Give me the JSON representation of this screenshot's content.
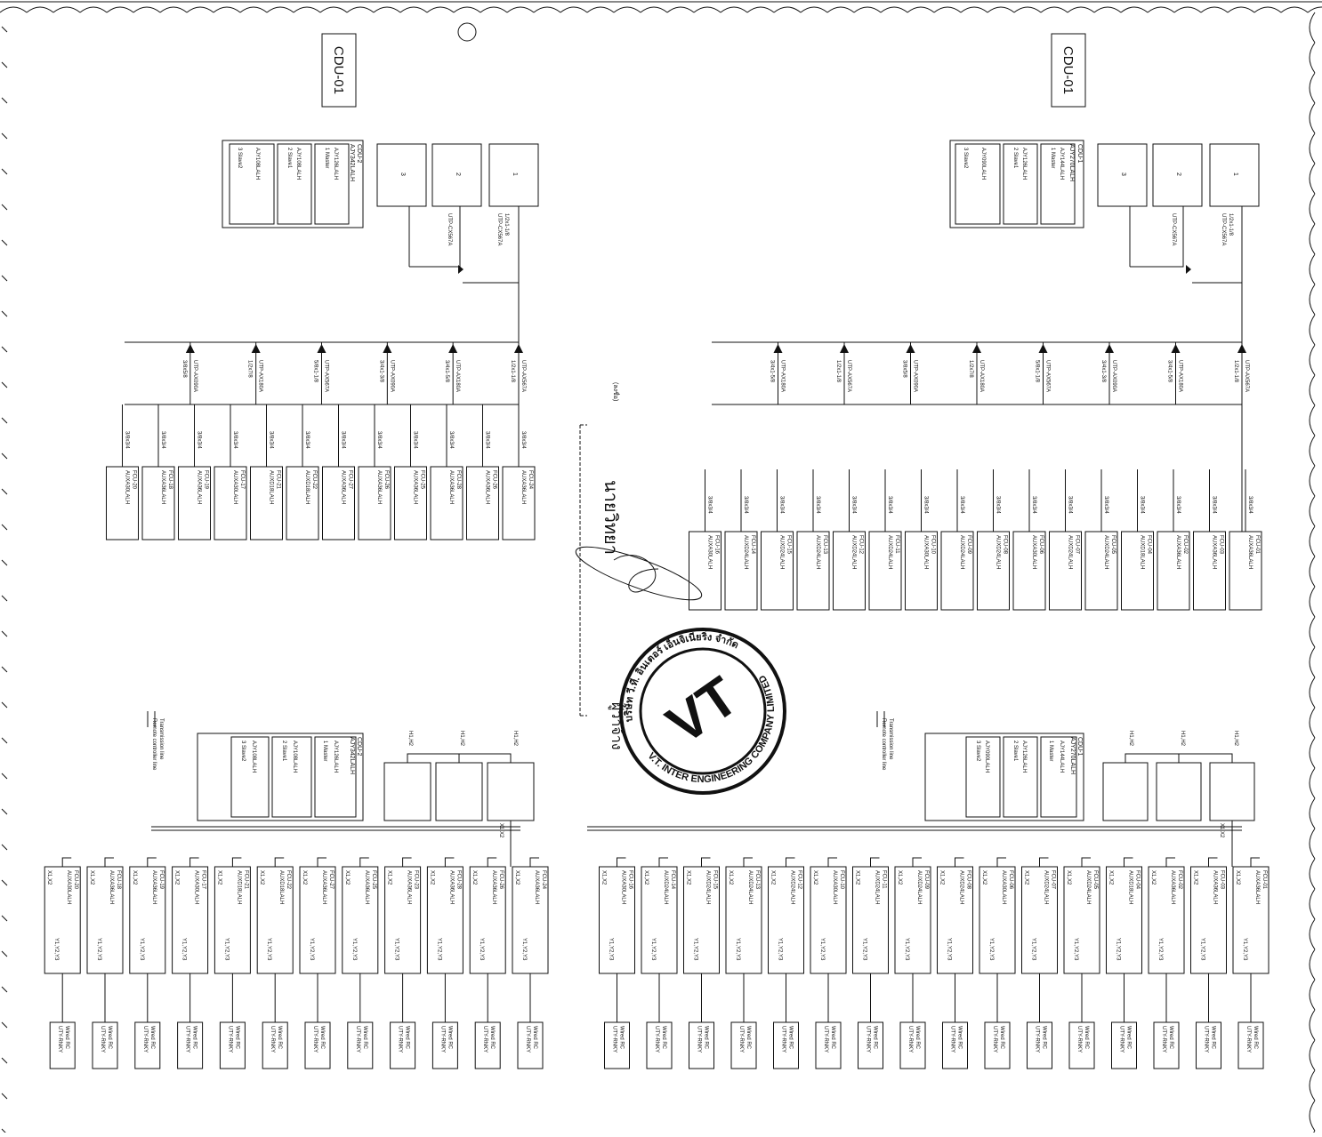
{
  "title_right": "CDU-01",
  "title_left": "CDU-01",
  "cdu_right": {
    "name": "CDU-1",
    "model": "AJY270LALH",
    "master": "AJY144LALH",
    "master_label": "1 Master",
    "slave1": "AJY126LALH",
    "slave1_label": "2 Slave1",
    "slave2": "AJY090LALH",
    "slave2_label": "3 Slave2"
  },
  "cdu_left": {
    "name": "CDU-2",
    "model": "AJY342LALH",
    "master": "AJY126LALH",
    "master_label": "1 Master",
    "slave1": "AJY108LALH",
    "slave1_label": "2 Slave1",
    "slave2": "AJY108LALH",
    "slave2_label": "3 Slave2"
  },
  "outdoor_numbers": [
    "1",
    "2",
    "3"
  ],
  "separator_labels": [
    "UTP-CX567A",
    "UTP-CX567A"
  ],
  "pipe_sizes": [
    "1/2x1-1/8",
    "5/8x1-3/8",
    "1/2x1-1/8",
    "3/4x1-5/8",
    "3/4x1-3/8",
    "5/8x1-1/8",
    "1/2x7/8",
    "3/8x5/8",
    "3/8x3/4",
    "1/4x1/2",
    "3/8x1/2"
  ],
  "branch_labels": [
    "UTP-AX567A",
    "UTP-AX180A",
    "UTP-AX090A"
  ],
  "fcu_right": [
    {
      "id": "FCU-01",
      "model": "AUXA36LALH"
    },
    {
      "id": "FCU-03",
      "model": "AUXA36LALH"
    },
    {
      "id": "FCU-02",
      "model": "AUXA36LALH"
    },
    {
      "id": "FCU-04",
      "model": "AUXD18LALH"
    },
    {
      "id": "FCU-05",
      "model": "AUXD24LALH"
    },
    {
      "id": "FCU-07",
      "model": "AUXD24LALH"
    },
    {
      "id": "FCU-06",
      "model": "AUXA30LALH"
    },
    {
      "id": "FCU-08",
      "model": "AUXD24LALH"
    },
    {
      "id": "FCU-09",
      "model": "AUXD24LALH"
    },
    {
      "id": "FCU-10",
      "model": "AUXA30LALH"
    },
    {
      "id": "FCU-11",
      "model": "AUXD24LALH"
    },
    {
      "id": "FCU-12",
      "model": "AUXD24LALH"
    },
    {
      "id": "FCU-13",
      "model": "AUXD24LALH"
    },
    {
      "id": "FCU-15",
      "model": "AUXD24LALH"
    },
    {
      "id": "FCU-14",
      "model": "AUXD24LALH"
    },
    {
      "id": "FCU-16",
      "model": "AUXA30LALH"
    }
  ],
  "fcu_left": [
    {
      "id": "FCU-24",
      "model": "AUXA36LALH"
    },
    {
      "id": "FCU-26",
      "model": "AUXA36LALH"
    },
    {
      "id": "FCU-28",
      "model": "AUXA36LALH"
    },
    {
      "id": "FCU-25",
      "model": "AUXA36LALH"
    },
    {
      "id": "FCU-26",
      "model": "AUXA36LALH"
    },
    {
      "id": "FCU-27",
      "model": "AUXA36LALH"
    },
    {
      "id": "FCU-22",
      "model": "AUXD18LALH"
    },
    {
      "id": "FCU-21",
      "model": "AUXD18LALH"
    },
    {
      "id": "FCU-17",
      "model": "AUXA30LALH"
    },
    {
      "id": "FCU-19",
      "model": "AUXA36LALH"
    },
    {
      "id": "FCU-18",
      "model": "AUXA36LALH"
    },
    {
      "id": "FCU-20",
      "model": "AUXA30LALH"
    }
  ],
  "wiring_fcu_right": [
    {
      "id": "FCU-01",
      "model": "AUXA36LALH"
    },
    {
      "id": "FCU-03",
      "model": "AUXA36LALH"
    },
    {
      "id": "FCU-02",
      "model": "AUXA36LALH"
    },
    {
      "id": "FCU-04",
      "model": "AUXD18LALH"
    },
    {
      "id": "FCU-05",
      "model": "AUXD24LALH"
    },
    {
      "id": "FCU-07",
      "model": "AUXD24LALH"
    },
    {
      "id": "FCU-06",
      "model": "AUXA30LALH"
    },
    {
      "id": "FCU-08",
      "model": "AUXD24LALH"
    },
    {
      "id": "FCU-09",
      "model": "AUXD24LALH"
    },
    {
      "id": "FCU-11",
      "model": "AUXD24LALH"
    },
    {
      "id": "FCU-10",
      "model": "AUXA30LALH"
    },
    {
      "id": "FCU-12",
      "model": "AUXD24LALH"
    },
    {
      "id": "FCU-13",
      "model": "AUXD24LALH"
    },
    {
      "id": "FCU-15",
      "model": "AUXD24LALH"
    },
    {
      "id": "FCU-14",
      "model": "AUXD24LALH"
    },
    {
      "id": "FCU-16",
      "model": "AUXA30LALH"
    }
  ],
  "wiring_fcu_left": [
    {
      "id": "FCU-24",
      "model": "AUXA36LALH"
    },
    {
      "id": "FCU-26",
      "model": "AUXA36LALH"
    },
    {
      "id": "FCU-28",
      "model": "AUXA36LALH"
    },
    {
      "id": "FCU-23",
      "model": "AUXA36LALH"
    },
    {
      "id": "FCU-25",
      "model": "AUXA36LALH"
    },
    {
      "id": "FCU-27",
      "model": "AUXA36LALH"
    },
    {
      "id": "FCU-22",
      "model": "AUXD18LALH"
    },
    {
      "id": "FCU-21",
      "model": "AUXD18LALH"
    },
    {
      "id": "FCU-17",
      "model": "AUXA30LALH"
    },
    {
      "id": "FCU-19",
      "model": "AUXA36LALH"
    },
    {
      "id": "FCU-18",
      "model": "AUXA36LALH"
    },
    {
      "id": "FCU-20",
      "model": "AUXA30LALH"
    }
  ],
  "remote": {
    "line1": "Wired RC",
    "line2": "UTY-RNKY"
  },
  "terminals": {
    "x": "X1,X2",
    "y": "Y1,Y2,Y3",
    "h": "H1,H2"
  },
  "legend": {
    "transmission": "Transmission line",
    "remote_line": "Remote controller line"
  },
  "stamp": {
    "top_text": "บริษัท วี.ที. อินเตอร์ เอ็นจิเนียริ่ง จำกัด",
    "bottom_text": "V.T. INTER ENGINEERING COMPANY LIMITED",
    "logo": "VT"
  },
  "handwriting": {
    "annotation": "(ลงชื่อ)",
    "name": "นายวิทยา",
    "role": "ผู้ว่าจ้าง"
  }
}
